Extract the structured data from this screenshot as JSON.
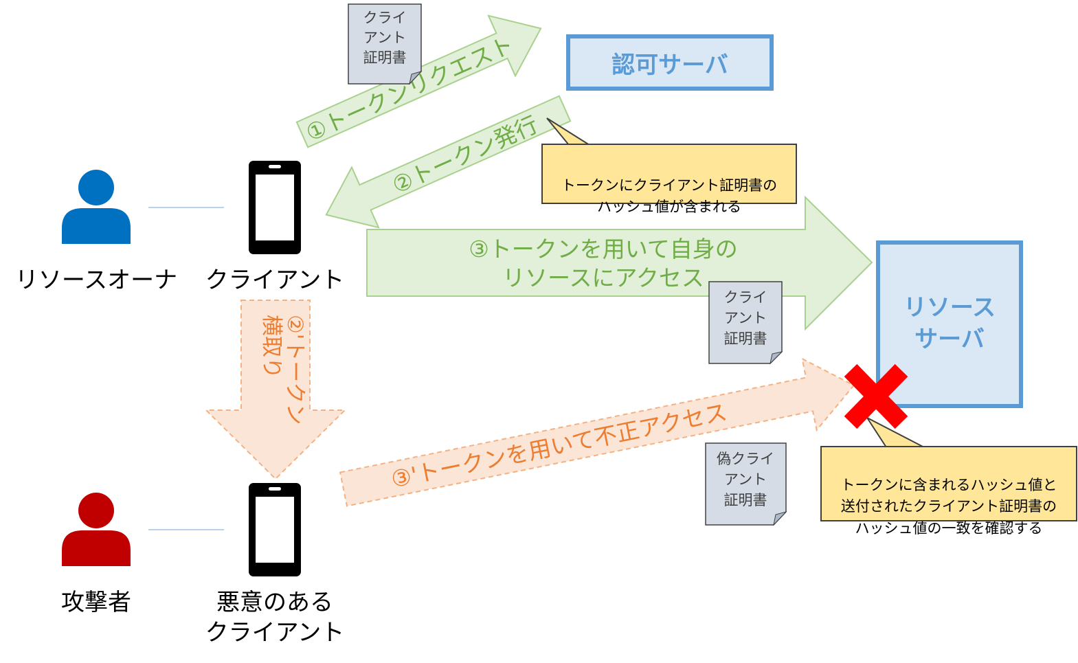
{
  "actors": {
    "resource_owner": "リソースオーナ",
    "client": "クライアント",
    "attacker": "攻撃者",
    "malicious_client": "悪意のある\nクライアント"
  },
  "servers": {
    "auth_server": "認可サーバ",
    "resource_server": "リソース\nサーバ"
  },
  "arrows": {
    "token_request": "①トークンリクエスト",
    "token_issue": "②トークン発行",
    "access_line1": "③トークンを用いて自身の",
    "access_line2": "リソースにアクセス",
    "steal_line1": "②'トークン",
    "steal_line2": "横取り",
    "fraud_access": "③'トークンを用いて不正アクセス"
  },
  "documents": {
    "client_cert_top": [
      "クライ",
      "アント",
      "証明書"
    ],
    "client_cert_mid": [
      "クライ",
      "アント",
      "証明書"
    ],
    "fake_cert": [
      "偽クライ",
      "アント",
      "証明書"
    ]
  },
  "notes": {
    "token_hash": "トークンにクライアント証明書の\nハッシュ値が含まれる",
    "verify_hash": "トークンに含まれるハッシュ値と\n送付されたクライアント証明書の\nハッシュ値の一致を確認する"
  },
  "colors": {
    "green_text": "#70ad47",
    "green_fill": "#e2efd9",
    "orange_text": "#ed7d31",
    "orange_fill": "#fbe5d6",
    "server_border": "#5b9bd5",
    "server_fill": "#dae8f6",
    "owner_blue": "#0070c0",
    "attacker_red": "#c00000",
    "cross_red": "#ff0000",
    "note_fill": "#ffe699",
    "doc_fill": "#d6dce5"
  },
  "icons": {
    "person": "person-icon",
    "phone": "smartphone-icon",
    "document": "document-icon",
    "cross": "cross-mark-icon"
  }
}
